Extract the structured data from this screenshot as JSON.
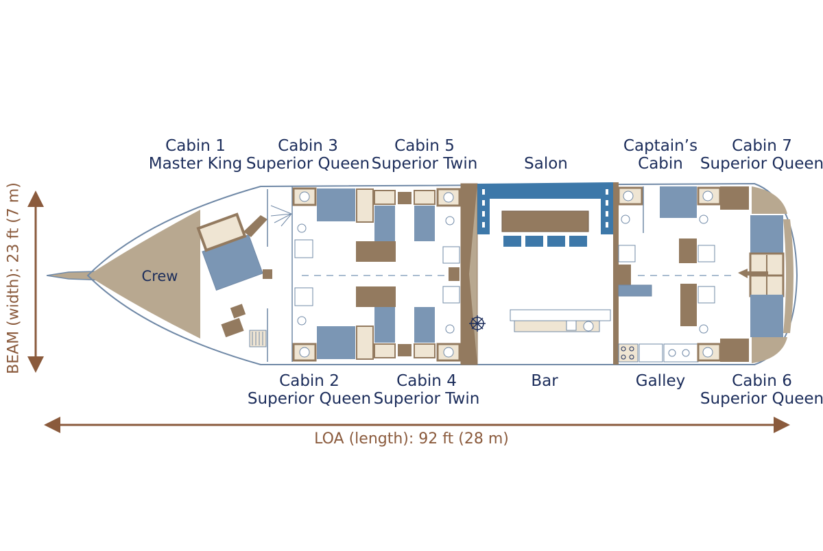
{
  "colors": {
    "hull_outline": "#6f88a6",
    "blue_dark": "#3d78a9",
    "blue_mid": "#7b96b4",
    "brown": "#937a5f",
    "tan": "#b8a890",
    "beige": "#efe5d3",
    "text": "#1b2c5a",
    "dimension": "#8a5a3c"
  },
  "labels": {
    "crew": "Crew",
    "cabin1": [
      "Cabin 1",
      "Master King"
    ],
    "cabin3": [
      "Cabin 3",
      "Superior Queen"
    ],
    "cabin5": [
      "Cabin 5",
      "Superior Twin"
    ],
    "salon": "Salon",
    "captain": [
      "Captain’s",
      "Cabin"
    ],
    "cabin7": [
      "Cabin 7",
      "Superior Queen"
    ],
    "cabin2": [
      "Cabin 2",
      "Superior Queen"
    ],
    "cabin4": [
      "Cabin 4",
      "Superior Twin"
    ],
    "bar": "Bar",
    "galley": "Galley",
    "cabin6": [
      "Cabin 6",
      "Superior Queen"
    ]
  },
  "dimensions": {
    "loa": "LOA (length): 92 ft (28 m)",
    "beam": "BEAM (width): 23 ft (7 m)"
  }
}
